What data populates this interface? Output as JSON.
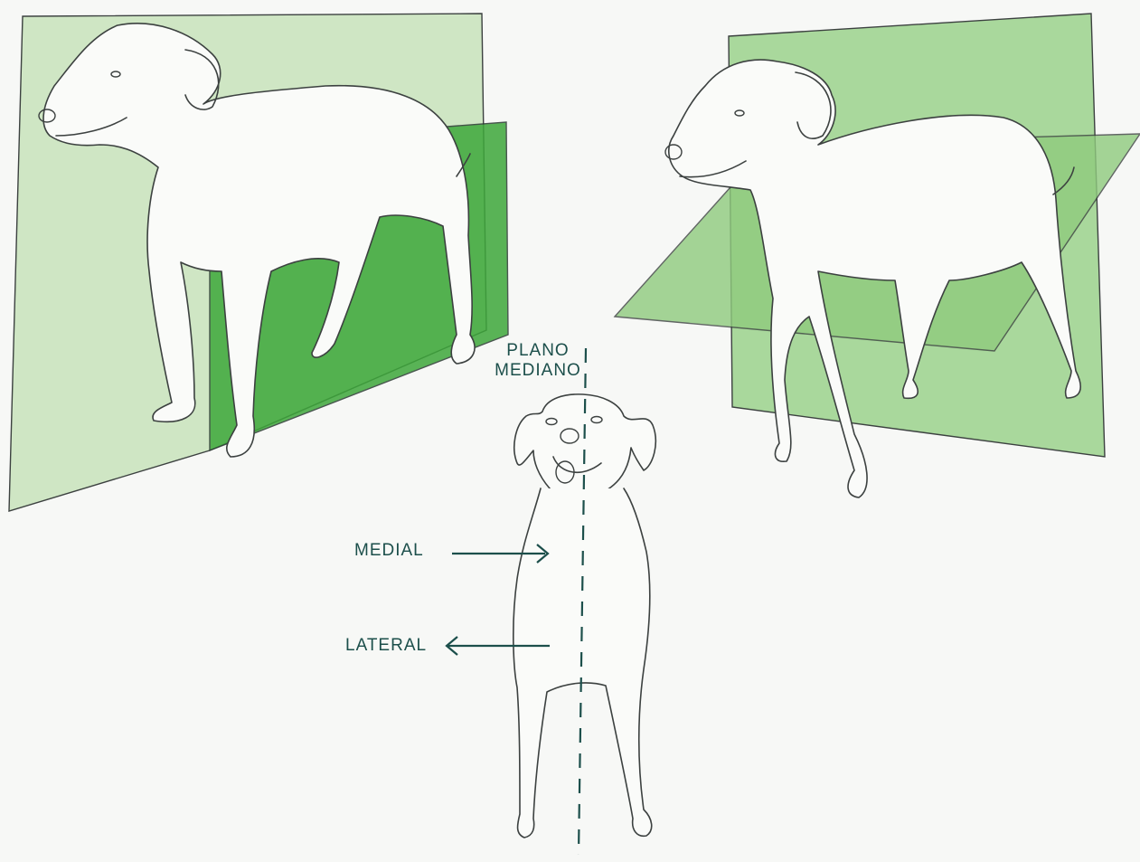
{
  "labels": {
    "plane_line1": "PLANO",
    "plane_line2": "MEDIANO",
    "medial": "MEDIAL",
    "lateral": "LATERAL"
  },
  "colors": {
    "plane_light": "#cfe6c4",
    "plane_mid": "#9fd18f",
    "plane_dark": "#3ea83b",
    "ink": "#1c4f4b",
    "outline": "#3c4140"
  }
}
